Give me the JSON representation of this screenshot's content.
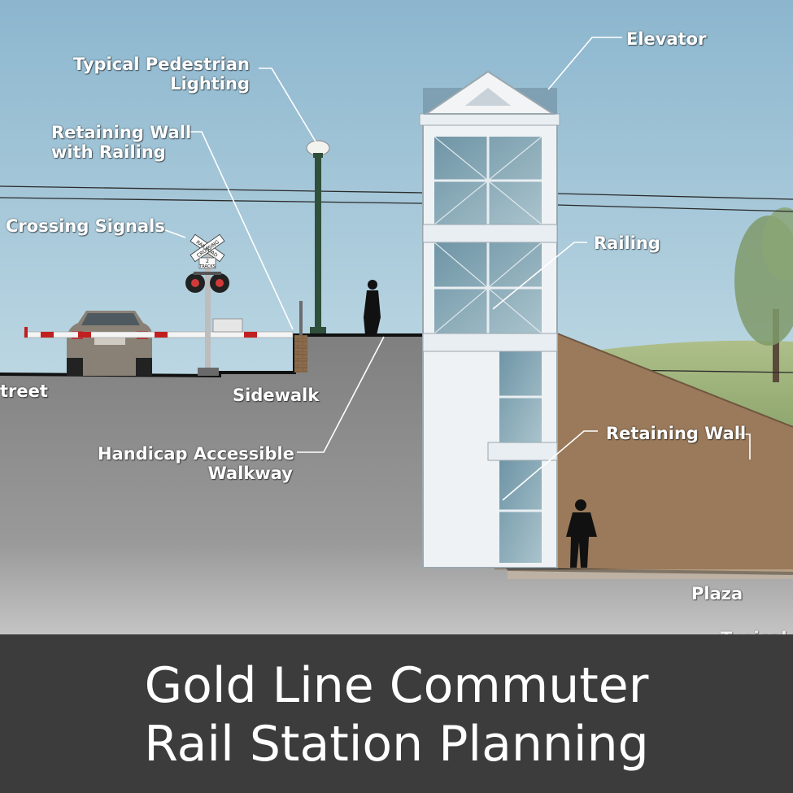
{
  "labels": {
    "pedestrian_lighting_1": "Typical Pedestrian",
    "pedestrian_lighting_2": "Lighting",
    "retaining_wall_railing_1": "Retaining Wall",
    "retaining_wall_railing_2": "with Railing",
    "crossing_signals": "Crossing Signals",
    "elevator": "Elevator",
    "railing": "Railing",
    "street": "treet",
    "sidewalk": "Sidewalk",
    "walkway_1": "Handicap Accessible",
    "walkway_2": "Walkway",
    "retaining_wall": "Retaining Wall",
    "plaza": "Plaza",
    "typical_cut": "Typical L"
  },
  "sign": {
    "line1": "RAILROAD",
    "line2": "CROSSING",
    "tracks": "2",
    "tracks_label": "TRACKS"
  },
  "caption": {
    "line1": "Gold Line Commuter",
    "line2": "Rail Station Planning"
  },
  "colors": {
    "sky_top": "#8fb8cf",
    "sky_bottom": "#dceef0",
    "ground": "#8d8d8d",
    "retaining_wall": "#9a7a5a",
    "caption_bg": "#3c3c3c",
    "elevator_frame": "#e8eef2",
    "lamp_pole": "#2f4f3a"
  }
}
